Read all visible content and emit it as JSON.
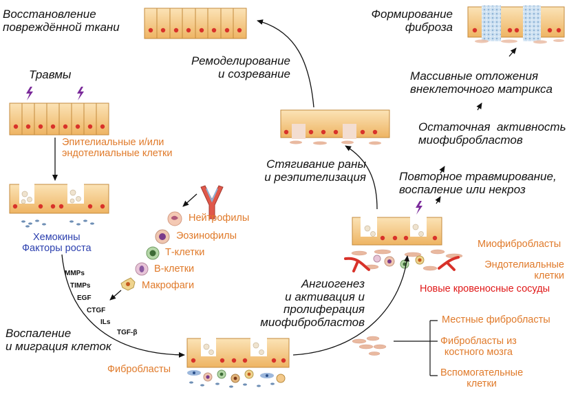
{
  "stages": {
    "restoration": "Восстановление\nповреждённой ткани",
    "fibrosis": "Формирование\nфиброза",
    "injury": "Травмы",
    "remodeling": "Ремоделирование\nи созревание",
    "matrix": "Массивные отложения\nвнеклеточного матрикса",
    "residual": "Остаточная  активность\nмиофибробластов",
    "reinjury": "Повторное травмирование,\nвоспаление или некроз",
    "contraction": "Стягивание раны\nи реэпителизация",
    "angiogenesis": "Ангиогенез\nи активация и\nпролиферация\nмиофибробластов",
    "inflammation": "Воспаление\nи миграция клеток"
  },
  "labels": {
    "epithelial": "Эпителиальные и/или\nэндотелиальные клетки",
    "chemokines": "Хемокины\nФакторы роста",
    "neutrophils": "Нейтрофилы",
    "eosinophils": "Эозинофилы",
    "tcells": "Т-клетки",
    "bcells": "В-клетки",
    "macrophages": "Макрофаги",
    "fibroblasts": "Фибробласты",
    "myofibroblasts": "Миофибробласты",
    "endothelial": "Эндотелиальные\nклетки",
    "new_vessels": "Новые кровеносные сосуды",
    "local_fibroblasts": "Местные фибробласты",
    "bm_fibroblasts": "Фибробласты из\nкостного мозга",
    "aux_cells": "Вспомогательные\nклетки"
  },
  "molecules": [
    "MMPs",
    "TIMPs",
    "EGF",
    "CTGF",
    "ILs",
    "TGF-β"
  ],
  "colors": {
    "orange_label": "#e07a2a",
    "blue_label": "#2b3fae",
    "red_label": "#e01818",
    "cell_fill": "#f3c98b",
    "nucleus": "#d8322a",
    "collagen": "#a9c8e6"
  }
}
